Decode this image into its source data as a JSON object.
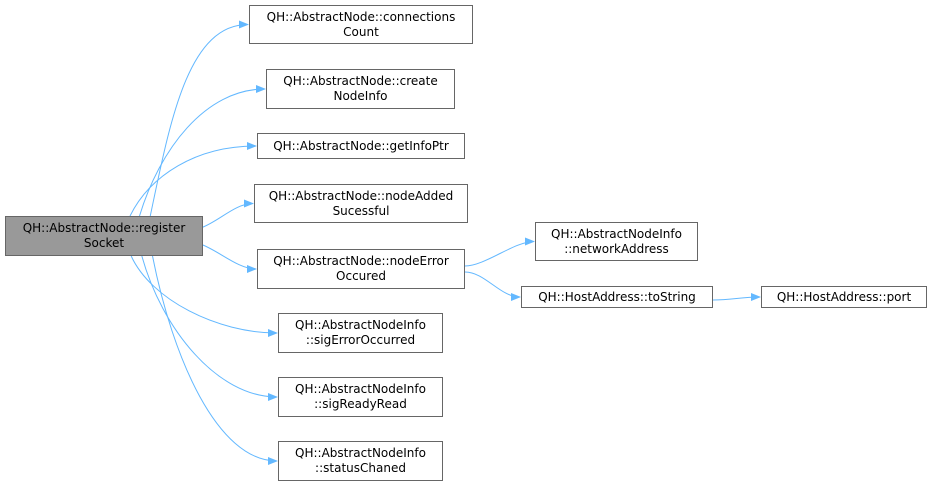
{
  "colors": {
    "edge": "#63b8ff",
    "node_border": "#666666",
    "node_fill": "#ffffff",
    "root_fill": "#999999"
  },
  "nodes": [
    {
      "id": "root",
      "lines": [
        "QH::AbstractNode::register",
        "Socket"
      ],
      "root": true
    },
    {
      "id": "n1",
      "lines": [
        "QH::AbstractNode::connections",
        "Count"
      ]
    },
    {
      "id": "n2",
      "lines": [
        "QH::AbstractNode::create",
        "NodeInfo"
      ]
    },
    {
      "id": "n3",
      "lines": [
        "QH::AbstractNode::getInfoPtr"
      ]
    },
    {
      "id": "n4",
      "lines": [
        "QH::AbstractNode::nodeAdded",
        "Sucessful"
      ]
    },
    {
      "id": "n5",
      "lines": [
        "QH::AbstractNode::nodeError",
        "Occured"
      ]
    },
    {
      "id": "n6",
      "lines": [
        "QH::AbstractNodeInfo",
        "::sigErrorOccurred"
      ]
    },
    {
      "id": "n7",
      "lines": [
        "QH::AbstractNodeInfo",
        "::sigReadyRead"
      ]
    },
    {
      "id": "n8",
      "lines": [
        "QH::AbstractNodeInfo",
        "::statusChaned"
      ]
    },
    {
      "id": "n9",
      "lines": [
        "QH::AbstractNodeInfo",
        "::networkAddress"
      ]
    },
    {
      "id": "n10",
      "lines": [
        "QH::HostAddress::toString"
      ]
    },
    {
      "id": "n11",
      "lines": [
        "QH::HostAddress::port"
      ]
    }
  ],
  "edges": [
    {
      "from": "root",
      "to": "n1"
    },
    {
      "from": "root",
      "to": "n2"
    },
    {
      "from": "root",
      "to": "n3"
    },
    {
      "from": "root",
      "to": "n4"
    },
    {
      "from": "root",
      "to": "n5"
    },
    {
      "from": "root",
      "to": "n6"
    },
    {
      "from": "root",
      "to": "n7"
    },
    {
      "from": "root",
      "to": "n8"
    },
    {
      "from": "n5",
      "to": "n9"
    },
    {
      "from": "n5",
      "to": "n10"
    },
    {
      "from": "n10",
      "to": "n11"
    }
  ]
}
